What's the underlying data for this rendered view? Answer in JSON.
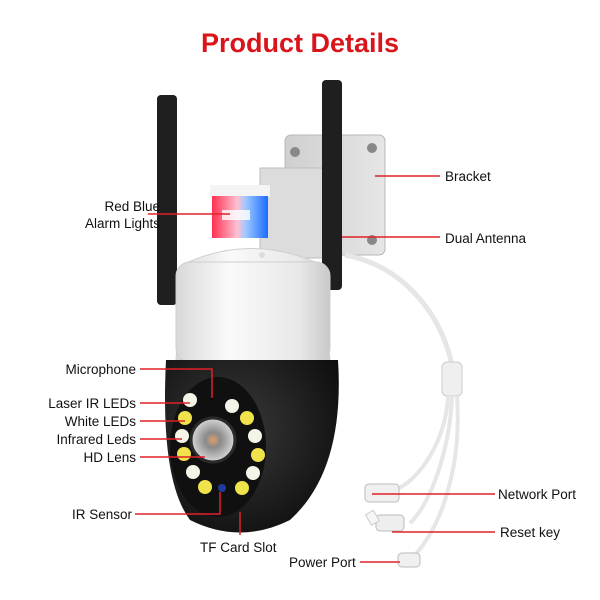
{
  "title": "Product Details",
  "colors": {
    "title": "#d9141a",
    "callout_line": "#e0202a",
    "camera_body_white": "#f2f2f2",
    "camera_dome_black": "#1b1b1b",
    "antenna": "#1f1f1f",
    "led_white": "#f4f4e8",
    "led_yellow": "#f0e24a",
    "alarm_red": "#ff3a55",
    "alarm_blue": "#2a7bff"
  },
  "left_labels": [
    {
      "id": "alarm",
      "lines": [
        "Red Blue",
        "Alarm Lights"
      ]
    },
    {
      "id": "microphone",
      "text": "Microphone"
    },
    {
      "id": "laser_ir",
      "text": "Laser IR LEDs"
    },
    {
      "id": "white_leds",
      "text": "White LEDs"
    },
    {
      "id": "infrared",
      "text": "Infrared Leds"
    },
    {
      "id": "hd_lens",
      "text": "HD Lens"
    },
    {
      "id": "ir_sensor",
      "text": "IR Sensor"
    }
  ],
  "right_labels": [
    {
      "id": "bracket",
      "text": "Bracket"
    },
    {
      "id": "antenna",
      "text": "Dual Antenna"
    },
    {
      "id": "network",
      "text": "Network Port"
    },
    {
      "id": "reset",
      "text": "Reset key"
    }
  ],
  "bottom_labels": [
    {
      "id": "tf_card",
      "text": "TF Card Slot"
    },
    {
      "id": "power",
      "text": "Power Port"
    }
  ]
}
